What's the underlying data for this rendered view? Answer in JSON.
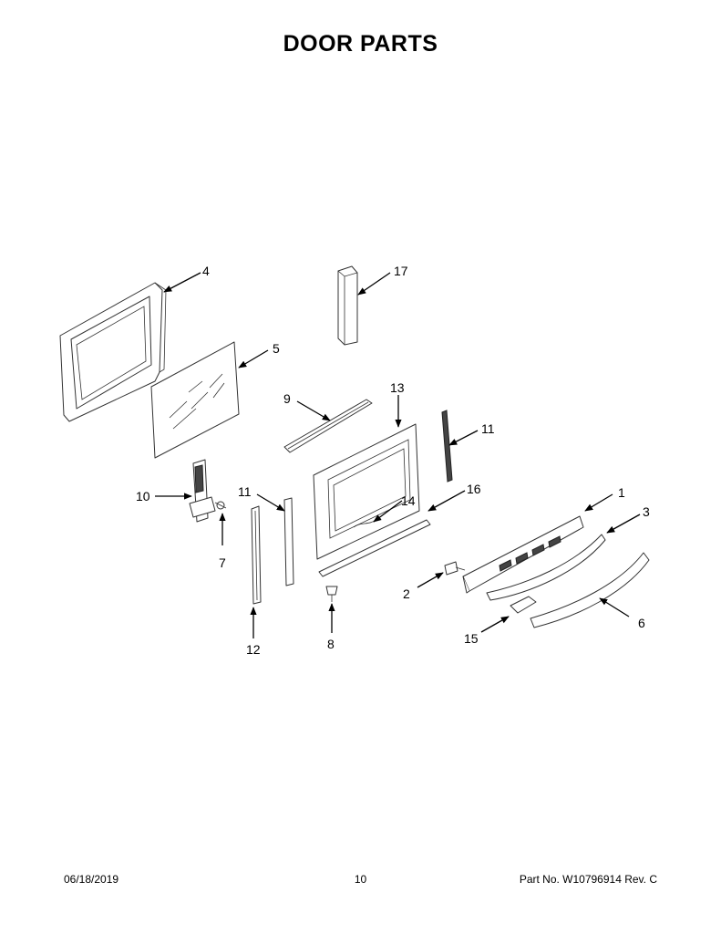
{
  "title": "DOOR PARTS",
  "callouts": {
    "c1": "1",
    "c2": "2",
    "c3": "3",
    "c4": "4",
    "c5": "5",
    "c6": "6",
    "c7": "7",
    "c8": "8",
    "c9": "9",
    "c10": "10",
    "c11a": "11",
    "c11b": "11",
    "c12": "12",
    "c13": "13",
    "c14": "14",
    "c15": "15",
    "c16": "16",
    "c17": "17"
  },
  "footer": {
    "date": "06/18/2019",
    "page": "10",
    "part": "Part No.  W10796914  Rev.  C"
  }
}
